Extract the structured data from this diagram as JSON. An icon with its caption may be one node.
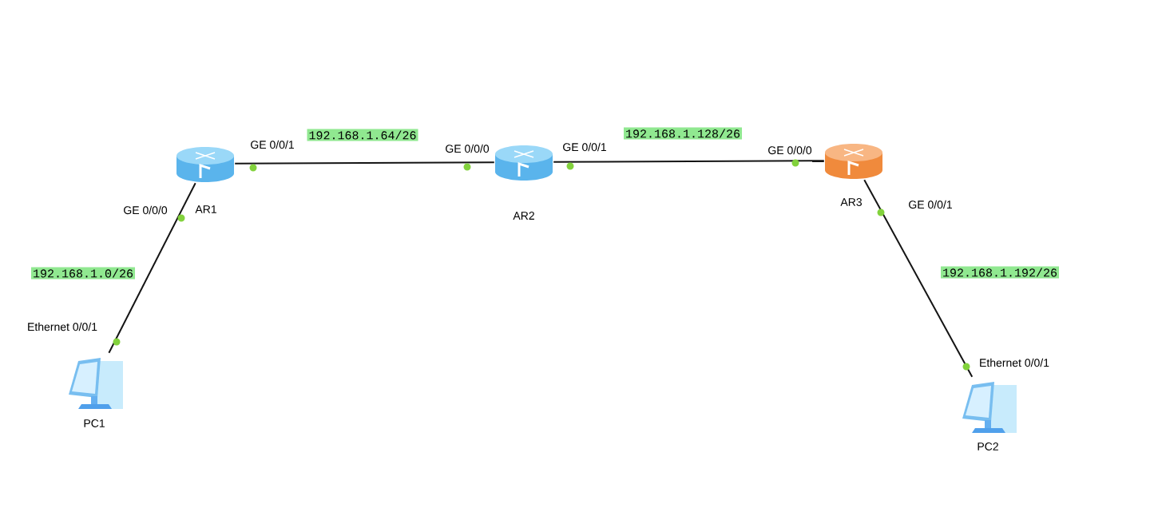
{
  "diagram": {
    "nodes": [
      {
        "text": [],
        "shape": "router",
        "beside": [
          "AR1"
        ]
      },
      {
        "text": [],
        "shape": "router",
        "beside": [
          "AR2"
        ]
      },
      {
        "text": [],
        "shape": "router",
        "beside": [
          "AR3"
        ]
      },
      {
        "text": [],
        "shape": "computer",
        "beside": [
          "PC1"
        ]
      },
      {
        "text": [],
        "shape": "computer",
        "beside": [
          "PC2"
        ]
      }
    ],
    "edges": [
      {
        "from": 0,
        "to": 1,
        "arrow": "none",
        "label": "192.168.1.64/26"
      },
      {
        "from": 1,
        "to": 2,
        "arrow": "none",
        "label": "192.168.1.128/26"
      },
      {
        "from": 3,
        "to": 0,
        "arrow": "none",
        "label": "192.168.1.0/26"
      },
      {
        "from": 2,
        "to": 4,
        "arrow": "none",
        "label": "192.168.1.192/26"
      }
    ],
    "labels": [
      "GE 0/0/1",
      "GE 0/0/0",
      "GE 0/0/1",
      "GE 0/0/0",
      "GE 0/0/0",
      "GE 0/0/1",
      "Ethernet 0/0/1",
      "Ethernet 0/0/1"
    ]
  }
}
